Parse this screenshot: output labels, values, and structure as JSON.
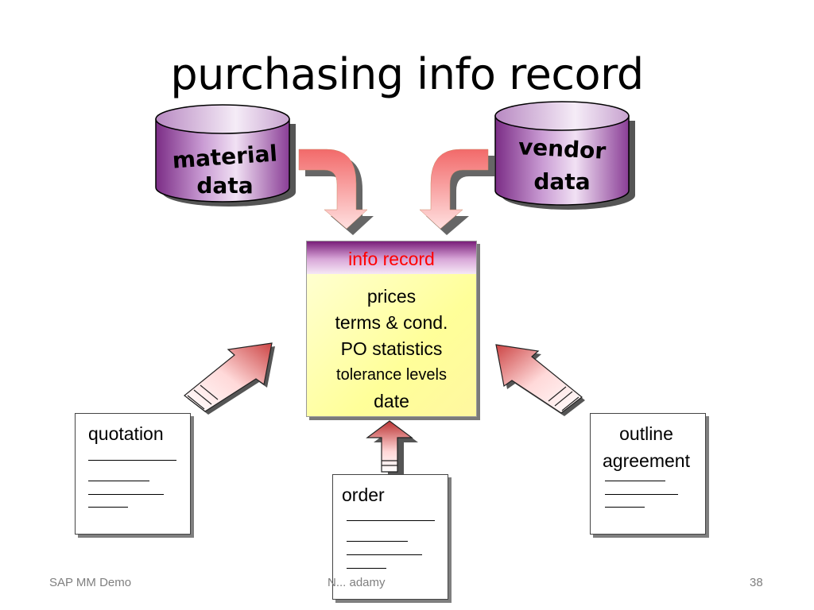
{
  "title": "purchasing info record",
  "cylinders": {
    "material": {
      "line1": "material",
      "line2": "data"
    },
    "vendor": {
      "line1": "vendor",
      "line2": "data"
    }
  },
  "info_record": {
    "header": "info record",
    "items": [
      "prices",
      "terms & cond.",
      "PO statistics",
      "tolerance levels",
      "date"
    ]
  },
  "documents": {
    "quotation": {
      "label": "quotation"
    },
    "order": {
      "label": "order"
    },
    "outline": {
      "line1": "outline",
      "line2": "agreement"
    }
  },
  "footer": {
    "left": "SAP MM Demo",
    "center": "N... adamy",
    "page": "38"
  },
  "colors": {
    "cylinder_dark": "#7b2d86",
    "cylinder_light": "#e8d0ee",
    "arrow_pink": "#f47a7a",
    "header_text": "#ff0000",
    "body_yellow": "#ffff99"
  }
}
